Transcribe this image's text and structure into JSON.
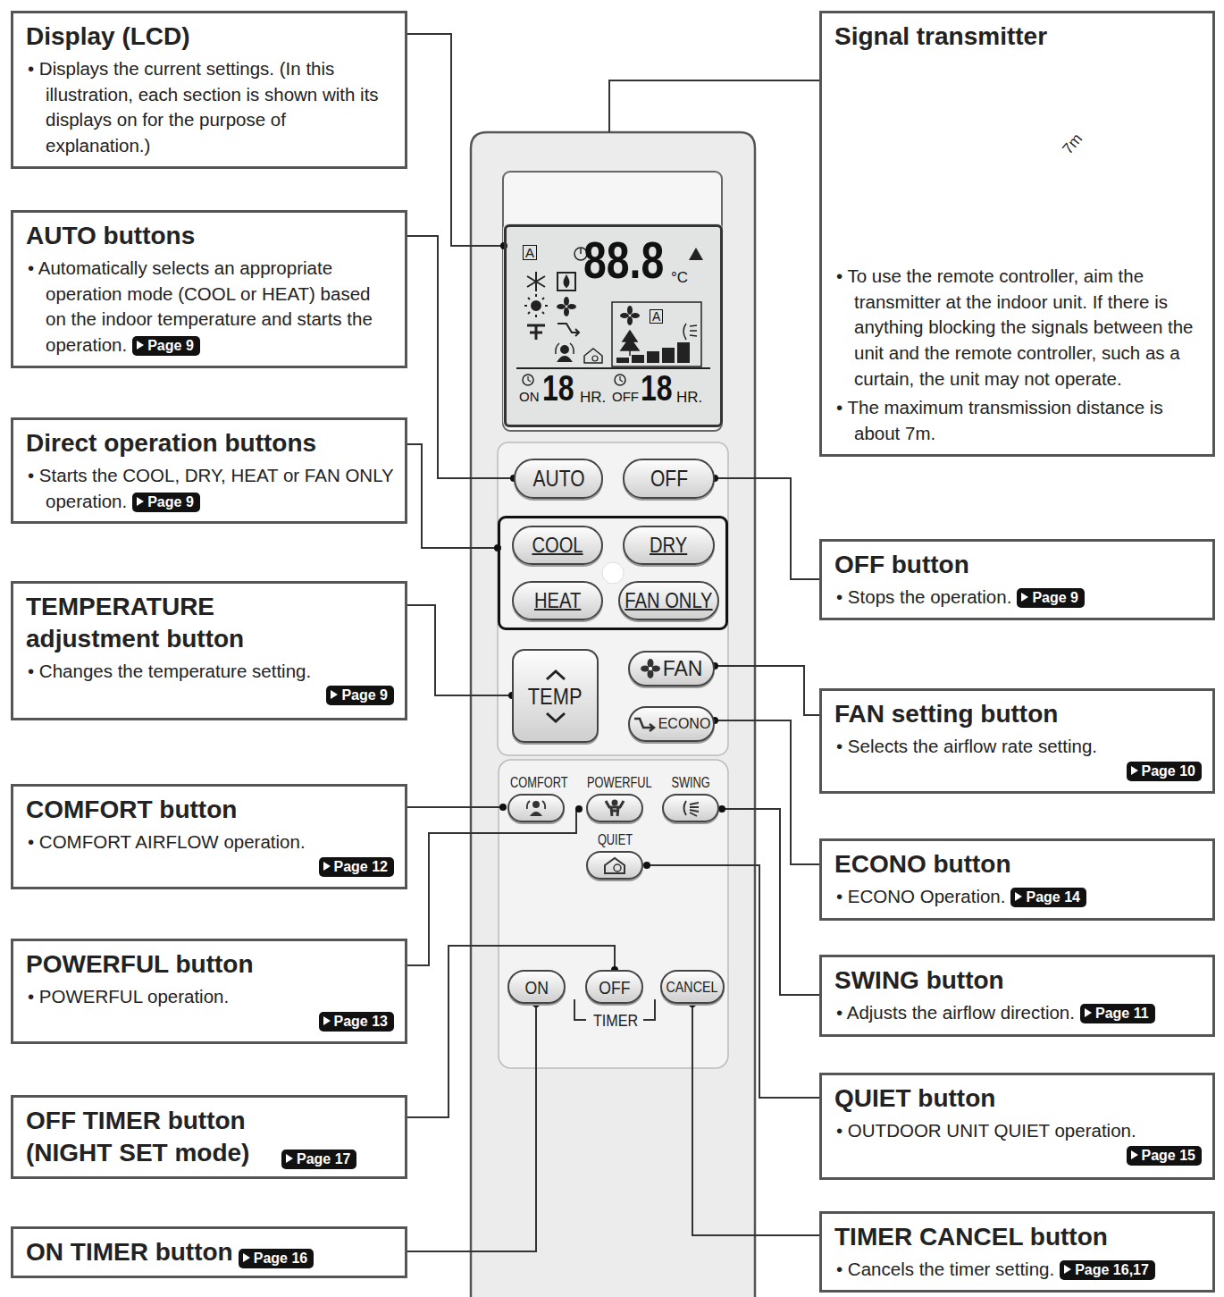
{
  "diagram": {
    "nodes": [
      {
        "text": [
          "Display (LCD)",
          "• Displays the current settings. (In this illustration, each section is shown with its displays on for the purpose of explanation.)"
        ]
      },
      {
        "text": [
          "AUTO buttons",
          "• Automatically selects an appropriate operation mode (COOL or HEAT) based on the indoor temperature and starts the operation.",
          "Page 9"
        ]
      },
      {
        "text": [
          "Direct operation buttons",
          "• Starts the COOL, DRY, HEAT or FAN ONLY operation.",
          "Page 9"
        ]
      },
      {
        "text": [
          "TEMPERATURE adjustment button",
          "• Changes the temperature setting.",
          "Page 9"
        ]
      },
      {
        "text": [
          "COMFORT button",
          "• COMFORT AIRFLOW operation.",
          "Page 12"
        ]
      },
      {
        "text": [
          "POWERFUL button",
          "• POWERFUL operation.",
          "Page 13"
        ]
      },
      {
        "text": [
          "OFF TIMER button (NIGHT SET mode)",
          "Page 17"
        ]
      },
      {
        "text": [
          "ON TIMER button",
          "Page 16"
        ]
      },
      {
        "text": [
          "Signal transmitter",
          "• To use the remote controller, aim the transmitter at the indoor unit. If there is anything blocking the signals between the unit and the remote controller, such as a curtain, the unit may not operate.",
          "• The maximum transmission distance is about 7m."
        ]
      },
      {
        "text": [
          "OFF button",
          "• Stops the operation.",
          "Page 9"
        ]
      },
      {
        "text": [
          "FAN setting button",
          "• Selects the airflow rate setting.",
          "Page 10"
        ]
      },
      {
        "text": [
          "ECONO button",
          "• ECONO Operation.",
          "Page 14"
        ]
      },
      {
        "text": [
          "SWING button",
          "• Adjusts the airflow direction.",
          "Page 11"
        ]
      },
      {
        "text": [
          "QUIET button",
          "• OUTDOOR UNIT QUIET operation.",
          "Page 15"
        ]
      },
      {
        "text": [
          "TIMER CANCEL button",
          "• Cancels the timer setting.",
          "Page 16,17"
        ]
      },
      {
        "text": [
          "A",
          "88.8",
          "°C",
          "A",
          "ON",
          "18",
          "HR.",
          "OFF",
          "18",
          "HR."
        ]
      },
      {
        "text": [
          "AUTO"
        ]
      },
      {
        "text": [
          "OFF"
        ]
      },
      {
        "text": []
      },
      {
        "text": [
          "COOL"
        ],
        "in": 18
      },
      {
        "text": [
          "DRY"
        ],
        "in": 18
      },
      {
        "text": [
          "HEAT"
        ],
        "in": 18
      },
      {
        "text": [
          "FAN ONLY"
        ],
        "in": 18
      },
      {
        "text": [
          "TEMP"
        ]
      },
      {
        "text": [
          "FAN"
        ]
      },
      {
        "text": [
          "ECONO"
        ]
      },
      {
        "text": [
          "COMFORT"
        ]
      },
      {
        "text": [
          "POWERFUL"
        ]
      },
      {
        "text": [
          "SWING"
        ]
      },
      {
        "text": [
          "QUIET"
        ]
      },
      {
        "text": [
          "ON"
        ]
      },
      {
        "text": [
          "OFF"
        ]
      },
      {
        "text": [
          "CANCEL"
        ]
      }
    ],
    "edges": [
      {
        "from": 0,
        "to": 15,
        "arrow": "none"
      },
      {
        "from": 1,
        "to": 16,
        "arrow": "none"
      },
      {
        "from": 2,
        "to": 18,
        "arrow": "none"
      },
      {
        "from": 3,
        "to": 23,
        "arrow": "none"
      },
      {
        "from": 4,
        "to": 26,
        "arrow": "none"
      },
      {
        "from": 5,
        "to": 27,
        "arrow": "none"
      },
      {
        "from": 6,
        "to": 31,
        "arrow": "none"
      },
      {
        "from": 7,
        "to": 30,
        "arrow": "none"
      },
      {
        "from": 9,
        "to": 17,
        "arrow": "none"
      },
      {
        "from": 10,
        "to": 24,
        "arrow": "none"
      },
      {
        "from": 11,
        "to": 25,
        "arrow": "none"
      },
      {
        "from": 12,
        "to": 28,
        "arrow": "none"
      },
      {
        "from": 13,
        "to": 29,
        "arrow": "none"
      },
      {
        "from": 14,
        "to": 32,
        "arrow": "none"
      }
    ],
    "labels": [
      "7m",
      "TIMER"
    ]
  }
}
